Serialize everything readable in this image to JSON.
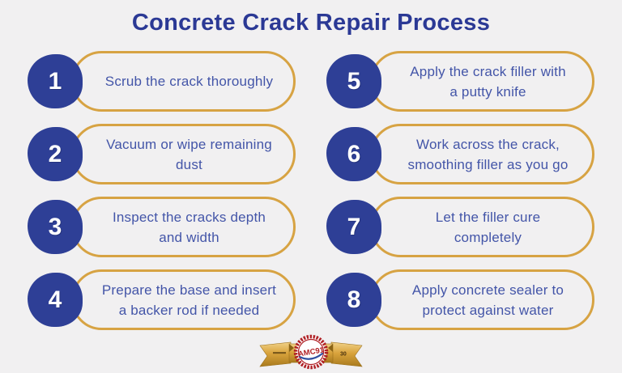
{
  "page": {
    "background": "#f1f0f1"
  },
  "title": {
    "text": "Concrete Crack Repair Process",
    "color": "#2b3995"
  },
  "colors": {
    "circle_blue": "#2e3f96",
    "step_text_blue": "#4355a8",
    "pill_border_gold": "#d7a343",
    "ribbon_gold": "#d9a33c",
    "seal_red": "#b02025",
    "seal_swoosh_blue": "#2f4fa0"
  },
  "steps": [
    {
      "number": "1",
      "lines": [
        "Scrub the crack thoroughly"
      ]
    },
    {
      "number": "2",
      "lines": [
        "Vacuum or wipe remaining",
        "dust"
      ]
    },
    {
      "number": "3",
      "lines": [
        "Inspect the cracks depth",
        "and width"
      ]
    },
    {
      "number": "4",
      "lines": [
        "Prepare the base and insert",
        "a backer rod if needed"
      ]
    },
    {
      "number": "5",
      "lines": [
        "Apply the crack filler with",
        "a putty knife"
      ]
    },
    {
      "number": "6",
      "lines": [
        "Work across the crack,",
        "smoothing filler as you go"
      ]
    },
    {
      "number": "7",
      "lines": [
        "Let the filler cure",
        "completely"
      ]
    },
    {
      "number": "8",
      "lines": [
        "Apply concrete sealer to",
        "protect against water"
      ]
    }
  ],
  "badge": {
    "seal_text": "AMC91",
    "ribbon_right_text": "30"
  }
}
